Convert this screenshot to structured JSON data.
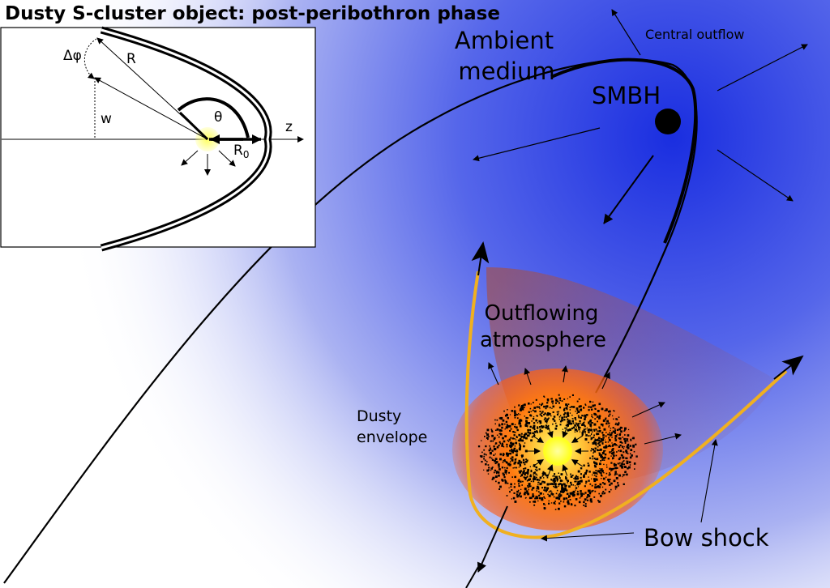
{
  "title": "Dusty S-cluster object: post-peribothron phase",
  "labels": {
    "ambient_line1": "Ambient",
    "ambient_line2": "medium",
    "smbh": "SMBH",
    "central_outflow": "Central outflow",
    "outflowing_line1": "Outflowing",
    "outflowing_line2": "atmosphere",
    "dusty_line1": "Dusty",
    "dusty_line2": "envelope",
    "bow_shock": "Bow shock"
  },
  "inset": {
    "delta_phi": "Δφ",
    "r": "R",
    "w": "w",
    "theta": "θ",
    "z": "z",
    "r0_base": "R",
    "r0_sub": "0"
  },
  "colors": {
    "medium_blue": "#1a2ee0",
    "bow_shock": "#f0b020",
    "atmosphere": "#ff6a10",
    "star_core": "#ffff20",
    "smbh": "#000000"
  }
}
